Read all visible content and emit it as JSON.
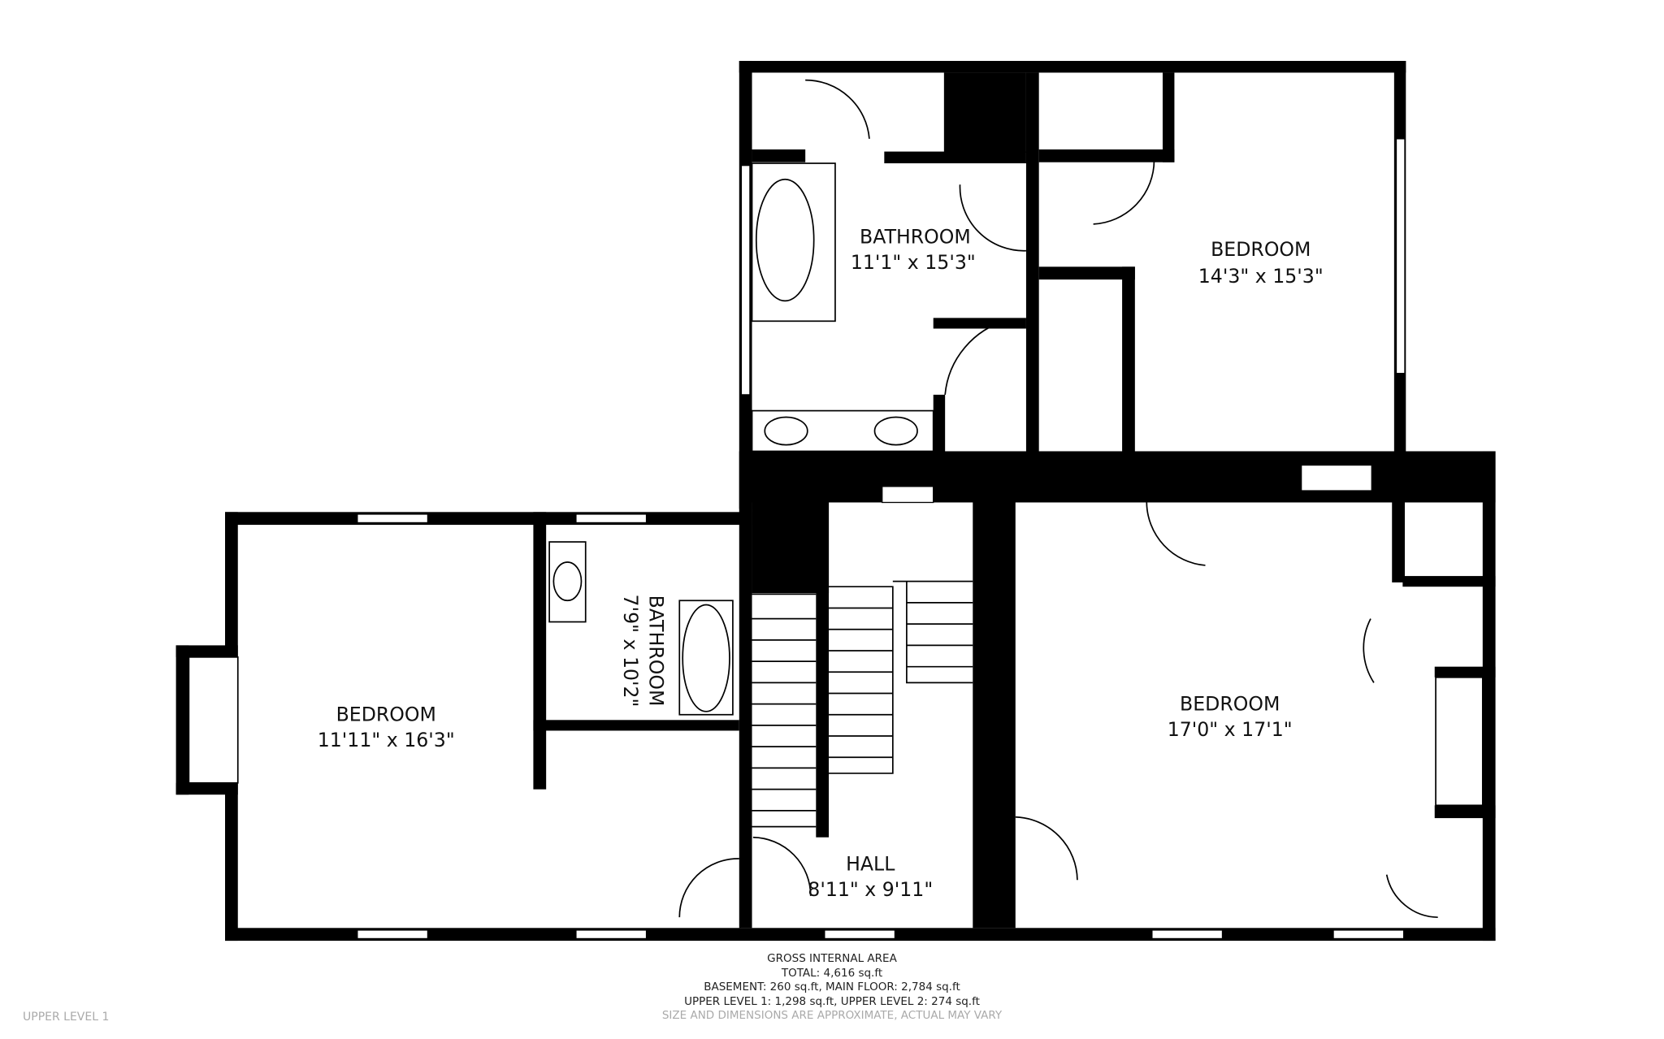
{
  "rooms": [
    {
      "name": "BATHROOM",
      "size": "11'1\" x 15'3\""
    },
    {
      "name": "BEDROOM",
      "size": "14'3\" x 15'3\""
    },
    {
      "name": "BEDROOM",
      "size": "11'11\" x 16'3\""
    },
    {
      "name": "BATHROOM",
      "size": "7'9\" x 10'2\""
    },
    {
      "name": "HALL",
      "size": "8'11\" x 9'11\""
    },
    {
      "name": "BEDROOM",
      "size": "17'0\" x 17'1\""
    }
  ],
  "area": {
    "title": "GROSS INTERNAL AREA",
    "total": "TOTAL: 4,616 sq.ft",
    "line1": "BASEMENT: 260 sq.ft, MAIN FLOOR: 2,784 sq.ft",
    "line2": "UPPER LEVEL 1: 1,298 sq.ft, UPPER LEVEL 2: 274 sq.ft",
    "note": "SIZE AND DIMENSIONS ARE APPROXIMATE, ACTUAL MAY VARY"
  },
  "level_label": "UPPER LEVEL 1"
}
